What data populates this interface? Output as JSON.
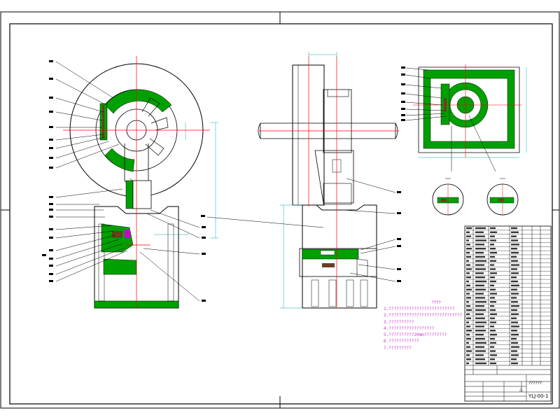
{
  "drawing": {
    "drawing_number": "YLJ-00-1",
    "title_name": "??????",
    "notes_heading": "????",
    "notes": [
      "1.??????????????????????????",
      "2.?????????????????????????????",
      "3.??????????",
      "4.??????????????????",
      "5.??????????20mm?????????",
      "6.????????????",
      "7.?????????"
    ],
    "revision_mark": "△"
  },
  "colors": {
    "outline": "#000000",
    "section_fill": "#00a000",
    "hatch": "#007000",
    "centerline": "#ff0000",
    "dimension": "#00aaaa",
    "leader": "#000000",
    "notes_text": "#cc33cc",
    "magenta": "#cc00cc",
    "blue": "#0000cc"
  }
}
